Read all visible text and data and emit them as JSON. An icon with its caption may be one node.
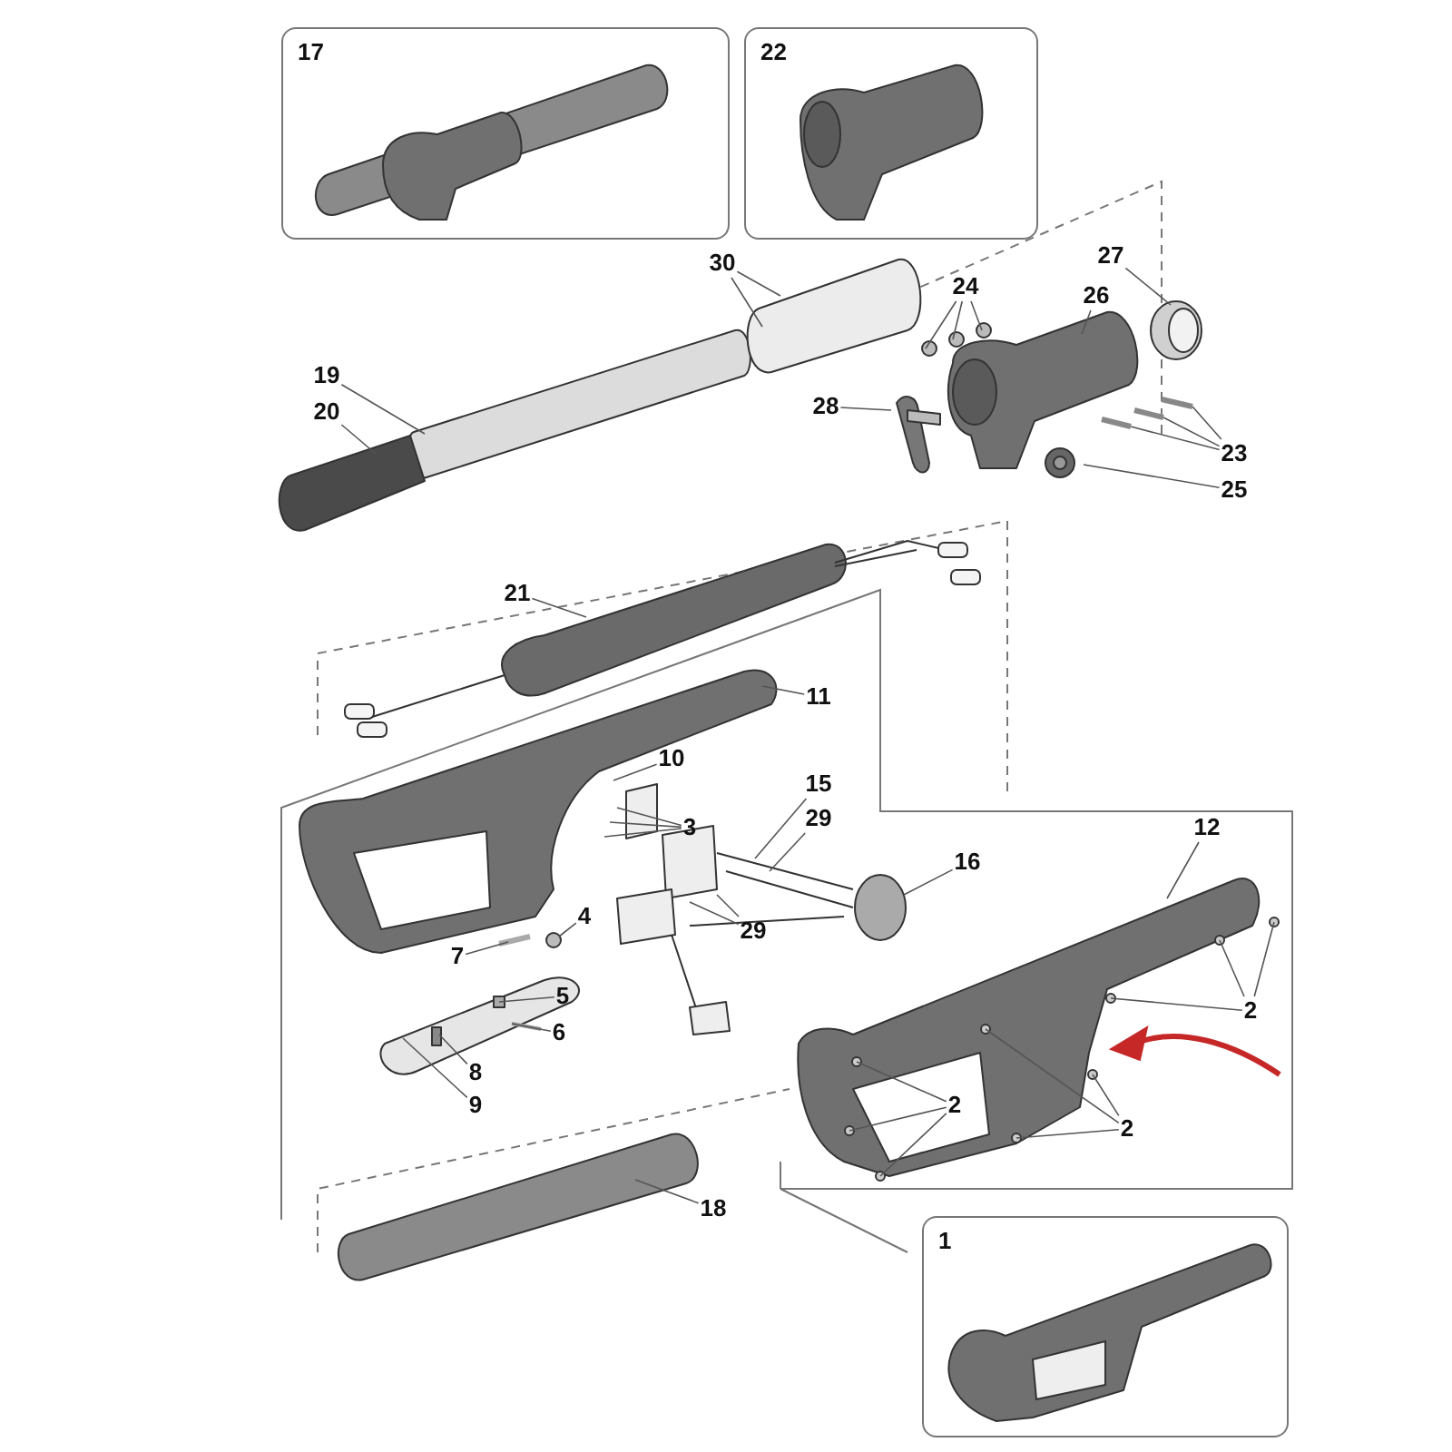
{
  "diagram": {
    "nodes": [
      {
        "text": [
          "17"
        ]
      },
      {
        "text": [
          "22"
        ]
      },
      {
        "text": [
          "30"
        ]
      },
      {
        "text": [
          "24"
        ]
      },
      {
        "text": [
          "27"
        ]
      },
      {
        "text": [
          "26"
        ]
      },
      {
        "text": [
          "19"
        ]
      },
      {
        "text": [
          "20"
        ]
      },
      {
        "text": [
          "28"
        ]
      },
      {
        "text": [
          "23"
        ]
      },
      {
        "text": [
          "25"
        ]
      },
      {
        "text": [
          "21"
        ]
      },
      {
        "text": [
          "11"
        ]
      },
      {
        "text": [
          "10"
        ]
      },
      {
        "text": [
          "3"
        ]
      },
      {
        "text": [
          "15"
        ]
      },
      {
        "text": [
          "29"
        ]
      },
      {
        "text": [
          "16"
        ]
      },
      {
        "text": [
          "4"
        ]
      },
      {
        "text": [
          "29"
        ]
      },
      {
        "text": [
          "7"
        ]
      },
      {
        "text": [
          "5"
        ]
      },
      {
        "text": [
          "6"
        ]
      },
      {
        "text": [
          "8"
        ]
      },
      {
        "text": [
          "9"
        ]
      },
      {
        "text": [
          "12"
        ]
      },
      {
        "text": [
          "2"
        ]
      },
      {
        "text": [
          "2"
        ]
      },
      {
        "text": [
          "2"
        ]
      },
      {
        "text": [
          "18"
        ]
      },
      {
        "text": [
          "1"
        ]
      }
    ],
    "edges": [
      {
        "from": 2,
        "to": null,
        "arrow": "none"
      },
      {
        "from": 2,
        "to": null,
        "arrow": "none"
      },
      {
        "from": 3,
        "to": null,
        "arrow": "none"
      },
      {
        "from": 3,
        "to": null,
        "arrow": "none"
      },
      {
        "from": 3,
        "to": null,
        "arrow": "none"
      },
      {
        "from": 4,
        "to": null,
        "arrow": "none"
      },
      {
        "from": 5,
        "to": null,
        "arrow": "none"
      },
      {
        "from": 6,
        "to": null,
        "arrow": "none"
      },
      {
        "from": 7,
        "to": null,
        "arrow": "none"
      },
      {
        "from": 8,
        "to": null,
        "arrow": "none"
      },
      {
        "from": 9,
        "to": null,
        "arrow": "none"
      },
      {
        "from": 9,
        "to": null,
        "arrow": "none"
      },
      {
        "from": 9,
        "to": null,
        "arrow": "none"
      },
      {
        "from": 10,
        "to": null,
        "arrow": "none"
      },
      {
        "from": 11,
        "to": null,
        "arrow": "none"
      },
      {
        "from": 12,
        "to": null,
        "arrow": "none"
      },
      {
        "from": 13,
        "to": null,
        "arrow": "none"
      },
      {
        "from": 14,
        "to": null,
        "arrow": "none"
      },
      {
        "from": 14,
        "to": null,
        "arrow": "none"
      },
      {
        "from": 14,
        "to": null,
        "arrow": "none"
      },
      {
        "from": 15,
        "to": null,
        "arrow": "none"
      },
      {
        "from": 16,
        "to": null,
        "arrow": "none"
      },
      {
        "from": 17,
        "to": null,
        "arrow": "none"
      },
      {
        "from": 18,
        "to": null,
        "arrow": "none"
      },
      {
        "from": 19,
        "to": null,
        "arrow": "none"
      },
      {
        "from": 19,
        "to": null,
        "arrow": "none"
      },
      {
        "from": 20,
        "to": null,
        "arrow": "none"
      },
      {
        "from": 21,
        "to": null,
        "arrow": "none"
      },
      {
        "from": 22,
        "to": null,
        "arrow": "none"
      },
      {
        "from": 23,
        "to": null,
        "arrow": "none"
      },
      {
        "from": 24,
        "to": null,
        "arrow": "none"
      },
      {
        "from": 25,
        "to": null,
        "arrow": "none"
      },
      {
        "from": 26,
        "to": null,
        "arrow": "none"
      },
      {
        "from": 26,
        "to": null,
        "arrow": "none"
      },
      {
        "from": 26,
        "to": null,
        "arrow": "none"
      },
      {
        "from": 27,
        "to": null,
        "arrow": "none"
      },
      {
        "from": 27,
        "to": null,
        "arrow": "none"
      },
      {
        "from": 27,
        "to": null,
        "arrow": "none"
      },
      {
        "from": 28,
        "to": null,
        "arrow": "none"
      },
      {
        "from": 28,
        "to": null,
        "arrow": "none"
      },
      {
        "from": 28,
        "to": null,
        "arrow": "none"
      },
      {
        "from": 29,
        "to": null,
        "arrow": "none"
      }
    ]
  }
}
